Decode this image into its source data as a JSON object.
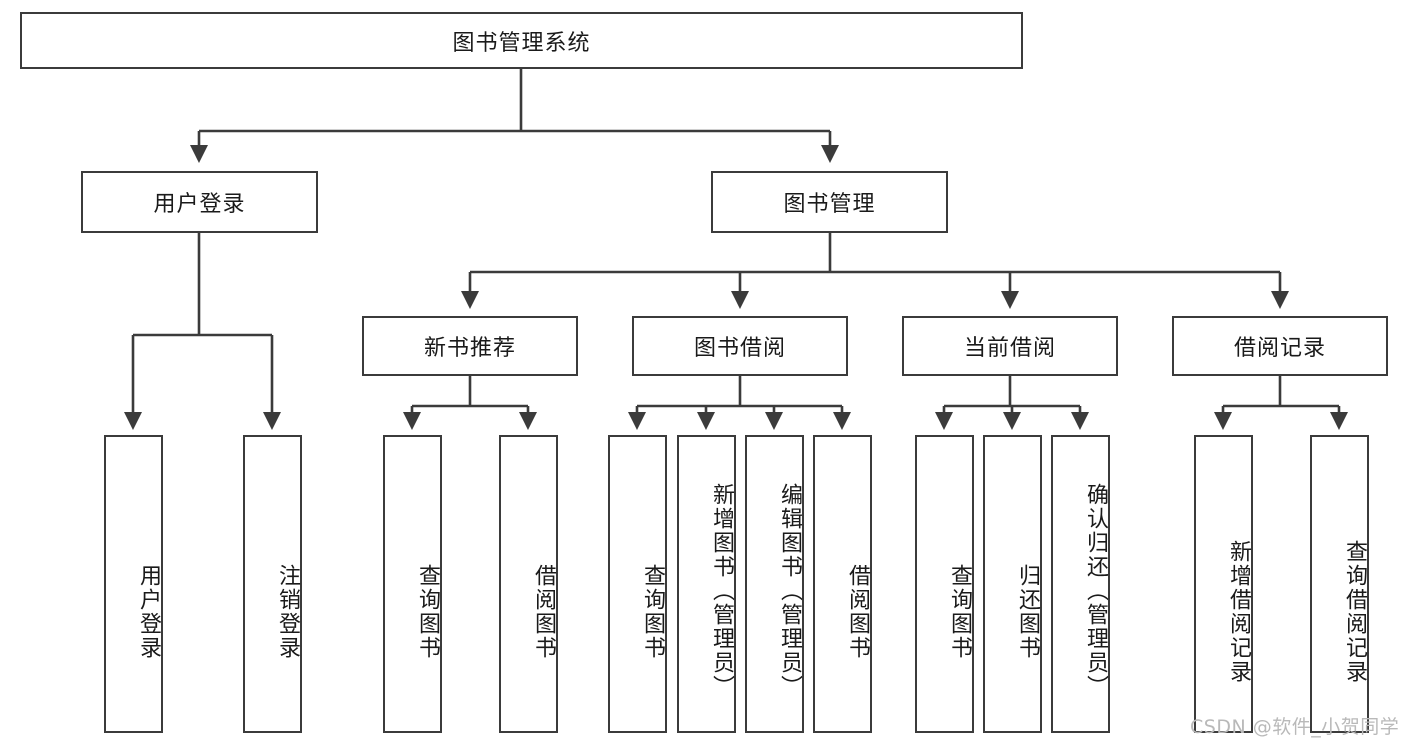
{
  "diagram": {
    "title": "图书管理系统",
    "type": "tree",
    "root": {
      "label": "图书管理系统"
    },
    "level2": [
      {
        "id": "user-login",
        "label": "用户登录"
      },
      {
        "id": "book-manage",
        "label": "图书管理"
      }
    ],
    "level3": [
      {
        "id": "new-book-recommend",
        "label": "新书推荐",
        "parent": "book-manage"
      },
      {
        "id": "book-borrow",
        "label": "图书借阅",
        "parent": "book-manage"
      },
      {
        "id": "current-borrow",
        "label": "当前借阅",
        "parent": "book-manage"
      },
      {
        "id": "borrow-record",
        "label": "借阅记录",
        "parent": "book-manage"
      }
    ],
    "leaves": [
      {
        "id": "leaf-user-login",
        "label": "用户登录",
        "parent": "user-login"
      },
      {
        "id": "leaf-logout",
        "label": "注销登录",
        "parent": "user-login"
      },
      {
        "id": "leaf-query-book-1",
        "label": "查询图书",
        "parent": "new-book-recommend"
      },
      {
        "id": "leaf-borrow-book-1",
        "label": "借阅图书",
        "parent": "new-book-recommend"
      },
      {
        "id": "leaf-query-book-2",
        "label": "查询图书",
        "parent": "book-borrow"
      },
      {
        "id": "leaf-add-book",
        "label": "新增图书（管理员）",
        "parent": "book-borrow"
      },
      {
        "id": "leaf-edit-book",
        "label": "编辑图书（管理员）",
        "parent": "book-borrow"
      },
      {
        "id": "leaf-borrow-book-2",
        "label": "借阅图书",
        "parent": "book-borrow"
      },
      {
        "id": "leaf-query-book-3",
        "label": "查询图书",
        "parent": "current-borrow"
      },
      {
        "id": "leaf-return-book",
        "label": "归还图书",
        "parent": "current-borrow"
      },
      {
        "id": "leaf-confirm-return",
        "label": "确认归还（管理员）",
        "parent": "current-borrow"
      },
      {
        "id": "leaf-add-record",
        "label": "新增借阅记录",
        "parent": "borrow-record"
      },
      {
        "id": "leaf-query-record",
        "label": "查询借阅记录",
        "parent": "borrow-record"
      }
    ]
  },
  "watermark": {
    "text": "CSDN @软件_小贺同学"
  },
  "colors": {
    "border": "#3b3b3b",
    "text": "#1a1a1a",
    "background": "#ffffff",
    "watermark": "#b9b9b9"
  }
}
